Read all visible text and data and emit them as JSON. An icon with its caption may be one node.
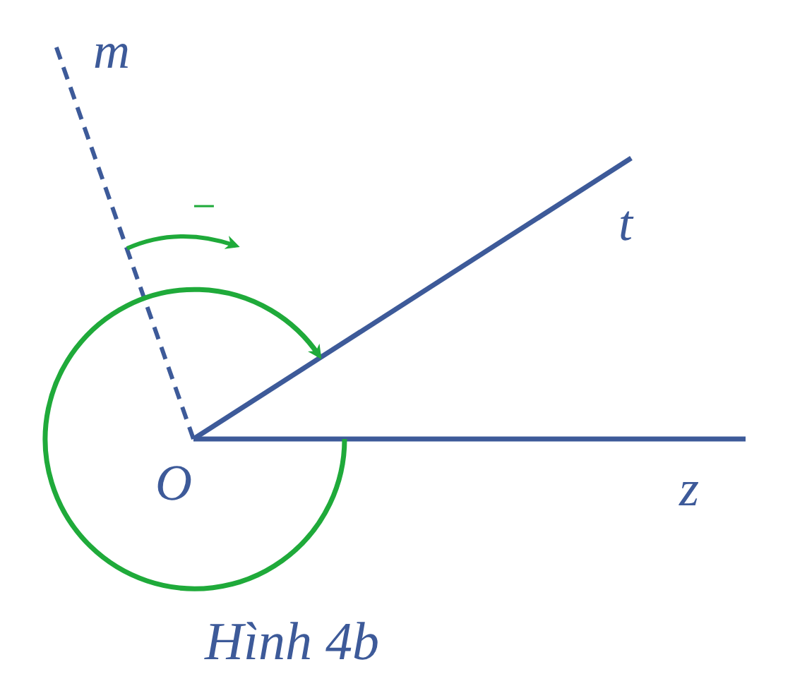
{
  "diagram": {
    "caption": "Hình 4b",
    "labels": [
      "m",
      "−",
      "t",
      "O",
      "z"
    ]
  }
}
